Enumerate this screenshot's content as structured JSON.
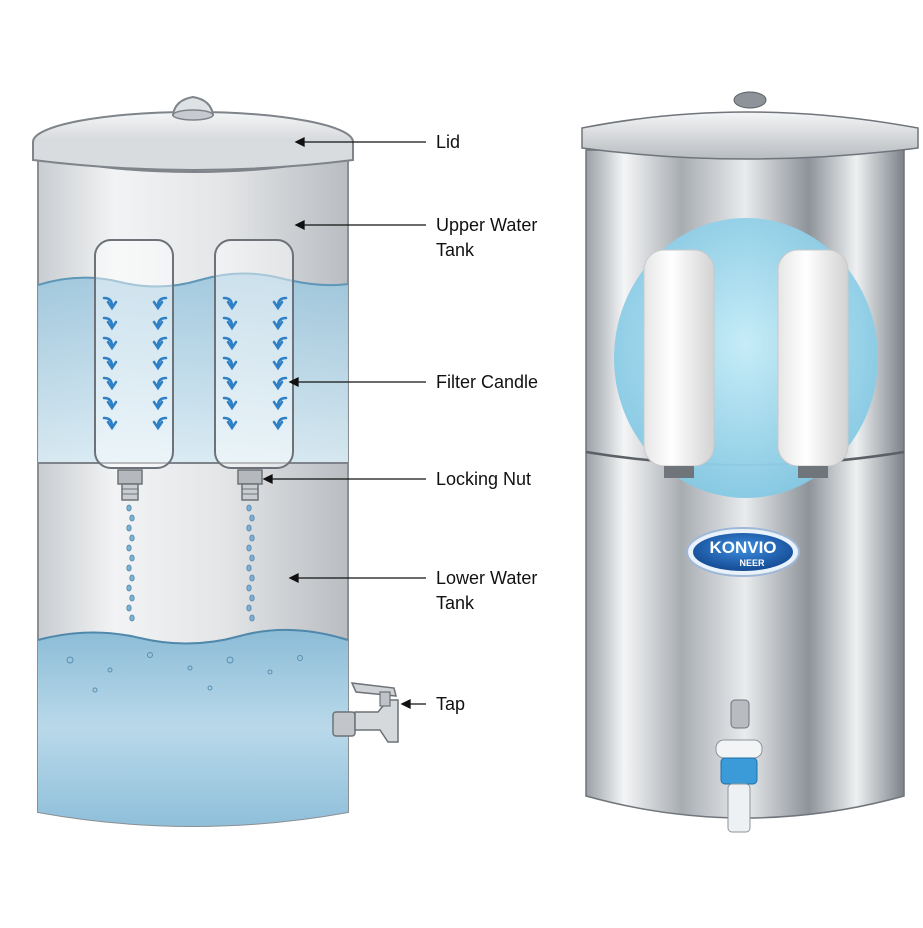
{
  "labels": {
    "lid": "Lid",
    "upper_water_tank_line1": "Upper Water",
    "upper_water_tank_line2": "Tank",
    "filter_candle": "Filter Candle",
    "locking_nut": "Locking Nut",
    "lower_water_tank_line1": "Lower Water",
    "lower_water_tank_line2": "Tank",
    "tap": "Tap"
  },
  "product": {
    "brand": "KONVIO",
    "sub_brand": "NEER"
  },
  "colors": {
    "water_light": "#cfe6f2",
    "water_deep": "#8fc0dc",
    "arrow_blue": "#2f7fc4",
    "steel_light": "#eef0f2",
    "steel_dark": "#7f858b",
    "window_blue": "#a9dcef",
    "logo_blue": "#1b63b5"
  }
}
